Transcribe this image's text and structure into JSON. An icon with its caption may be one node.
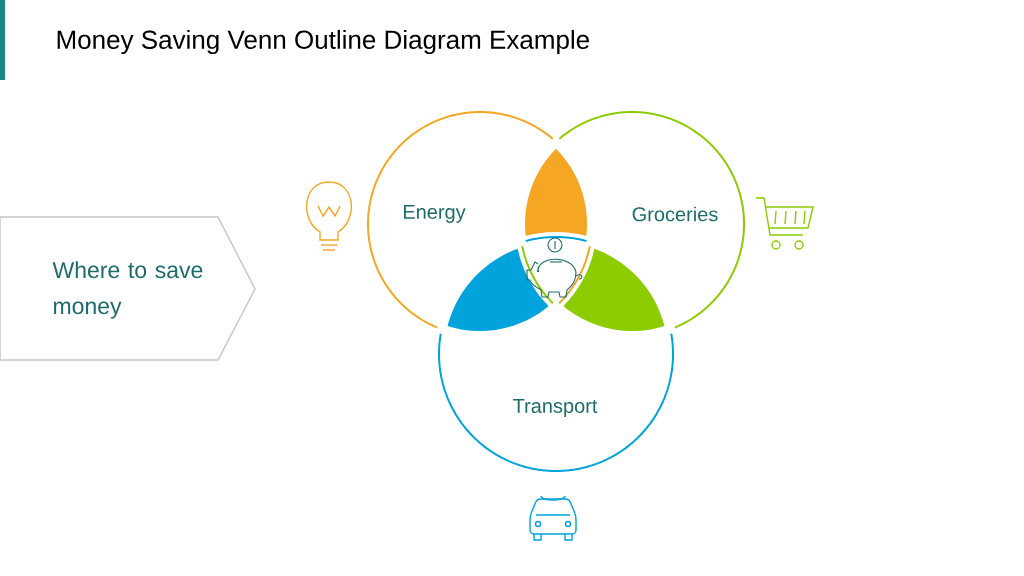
{
  "diagram": {
    "title": "Money Saving Venn Outline Diagram Example",
    "nodes": [
      {
        "text": [
          "Where to save money"
        ]
      },
      {
        "text": [
          "Energy"
        ]
      },
      {
        "text": [
          "Groceries"
        ]
      },
      {
        "text": [
          "Transport"
        ]
      }
    ]
  }
}
